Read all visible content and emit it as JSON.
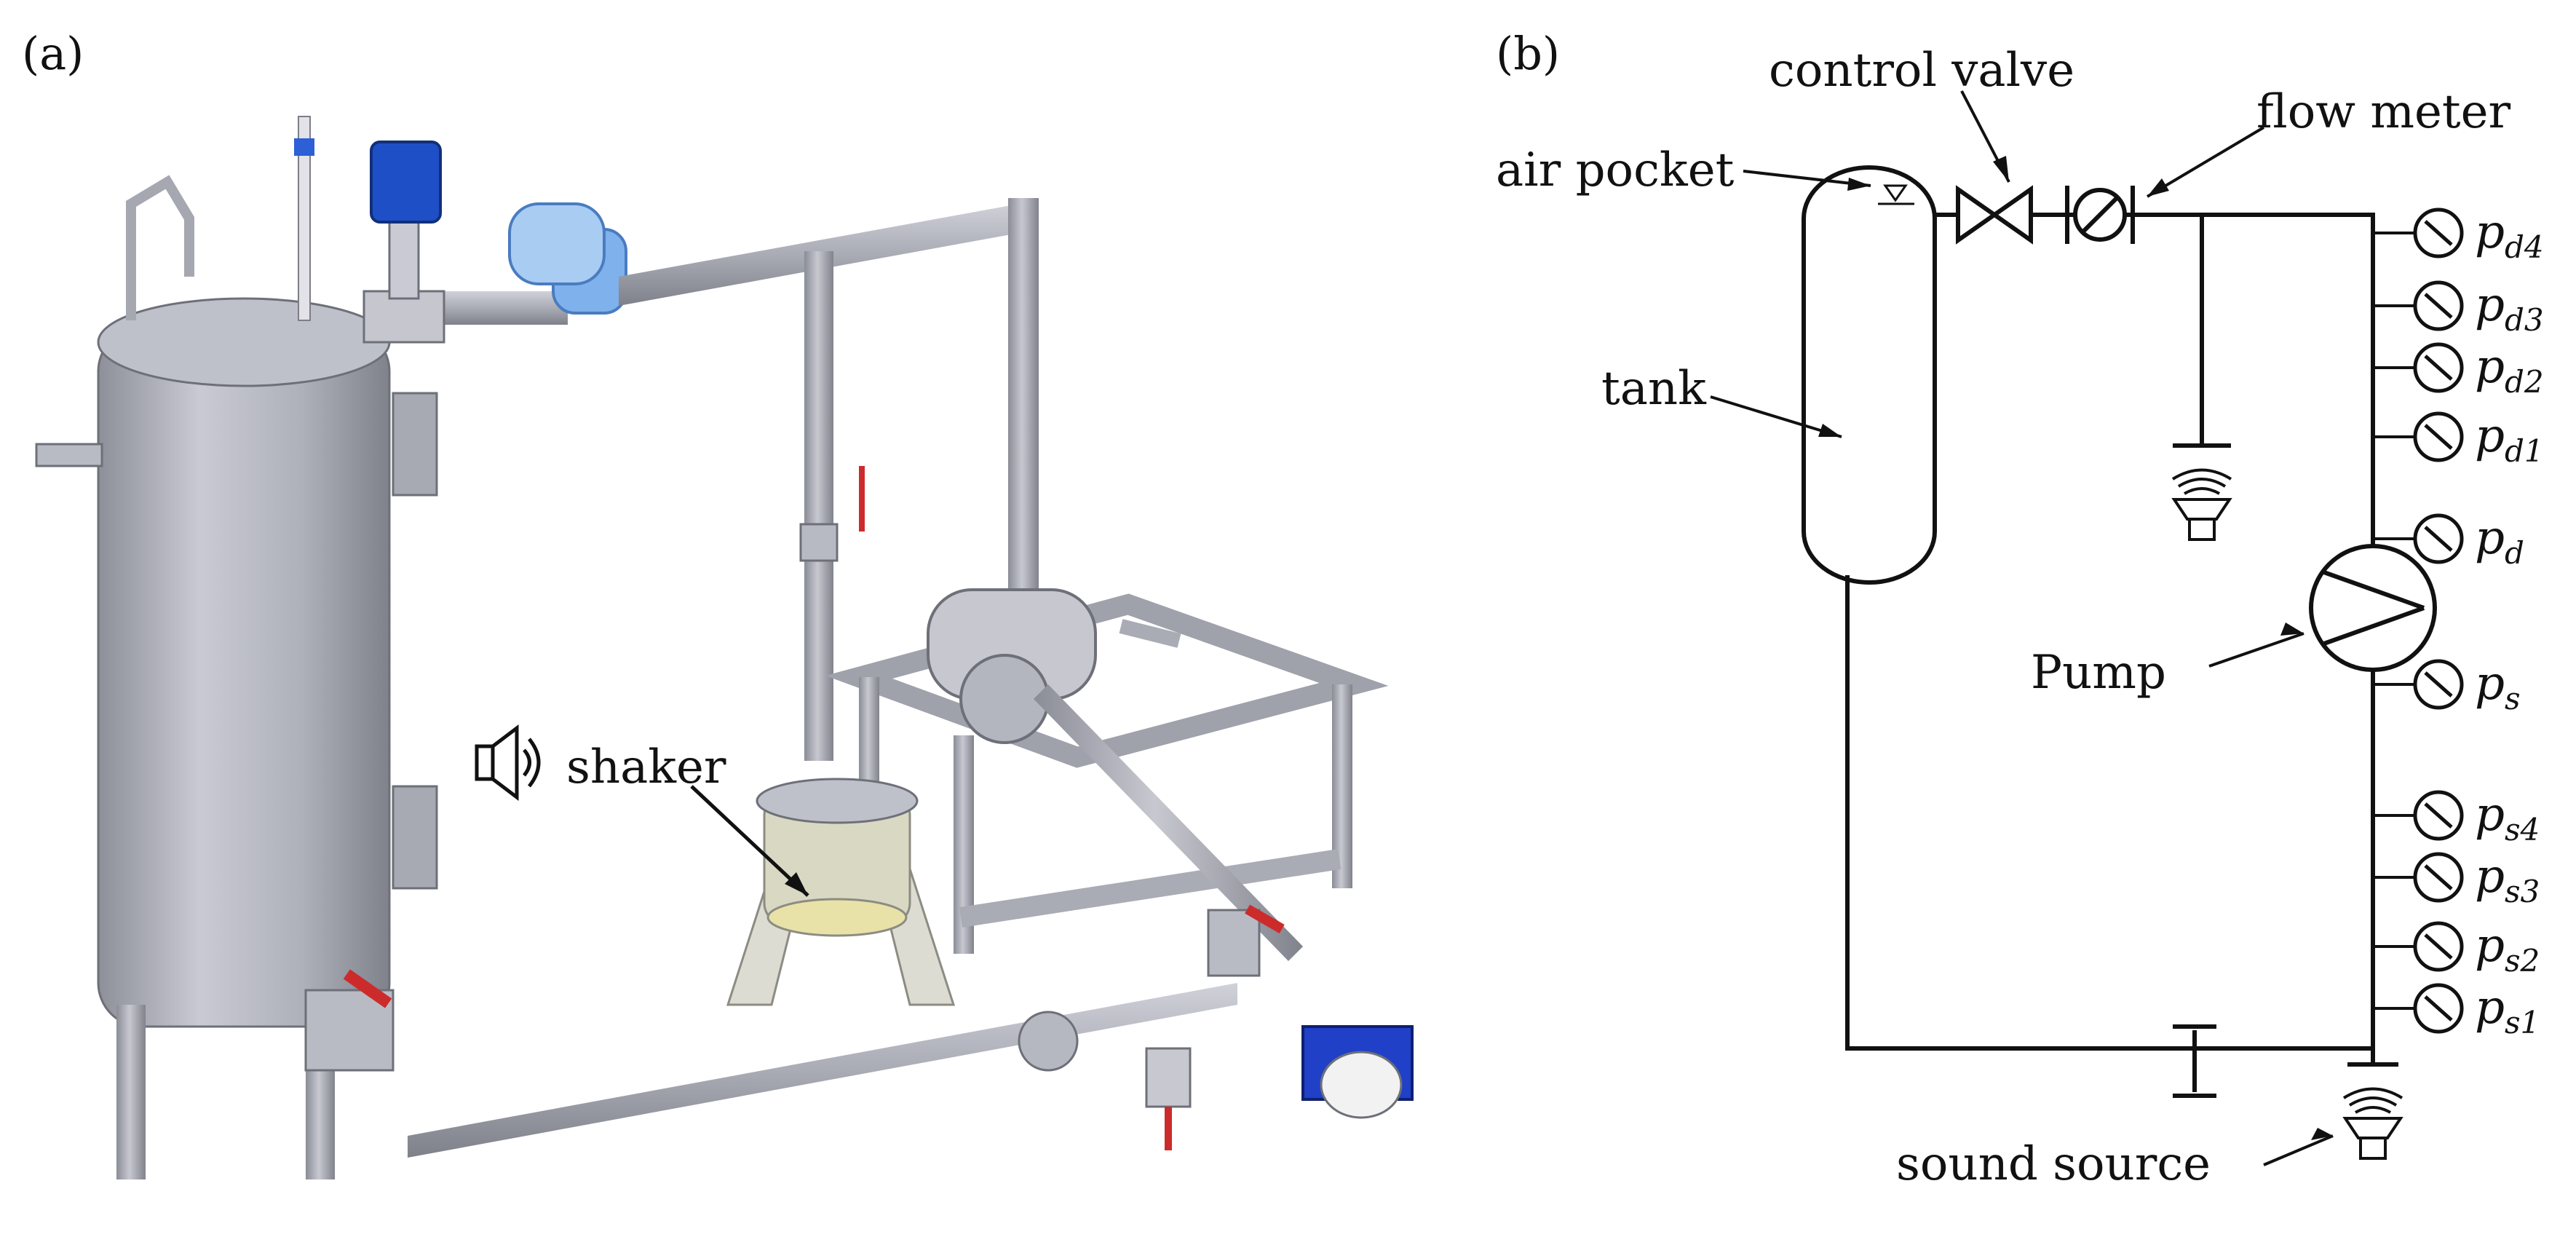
{
  "panel_a": {
    "label": "(a)",
    "shaker_label": "shaker",
    "icons": [
      "speaker-icon"
    ]
  },
  "panel_b": {
    "label": "(b)",
    "labels": {
      "control_valve": "control valve",
      "flow_meter": "flow meter",
      "air_pocket": "air pocket",
      "tank": "tank",
      "pump": "Pump",
      "sound_source": "sound source"
    },
    "sensors_discharge": [
      {
        "base": "p",
        "sub": "d4"
      },
      {
        "base": "p",
        "sub": "d3"
      },
      {
        "base": "p",
        "sub": "d2"
      },
      {
        "base": "p",
        "sub": "d1"
      },
      {
        "base": "p",
        "sub": "d"
      }
    ],
    "sensors_suction": [
      {
        "base": "p",
        "sub": "s"
      },
      {
        "base": "p",
        "sub": "s4"
      },
      {
        "base": "p",
        "sub": "s3"
      },
      {
        "base": "p",
        "sub": "s2"
      },
      {
        "base": "p",
        "sub": "s1"
      }
    ],
    "icons": [
      "valve-icon",
      "flow-meter-icon",
      "pump-icon",
      "loudspeaker-icon",
      "pressure-gauge-icon"
    ]
  }
}
